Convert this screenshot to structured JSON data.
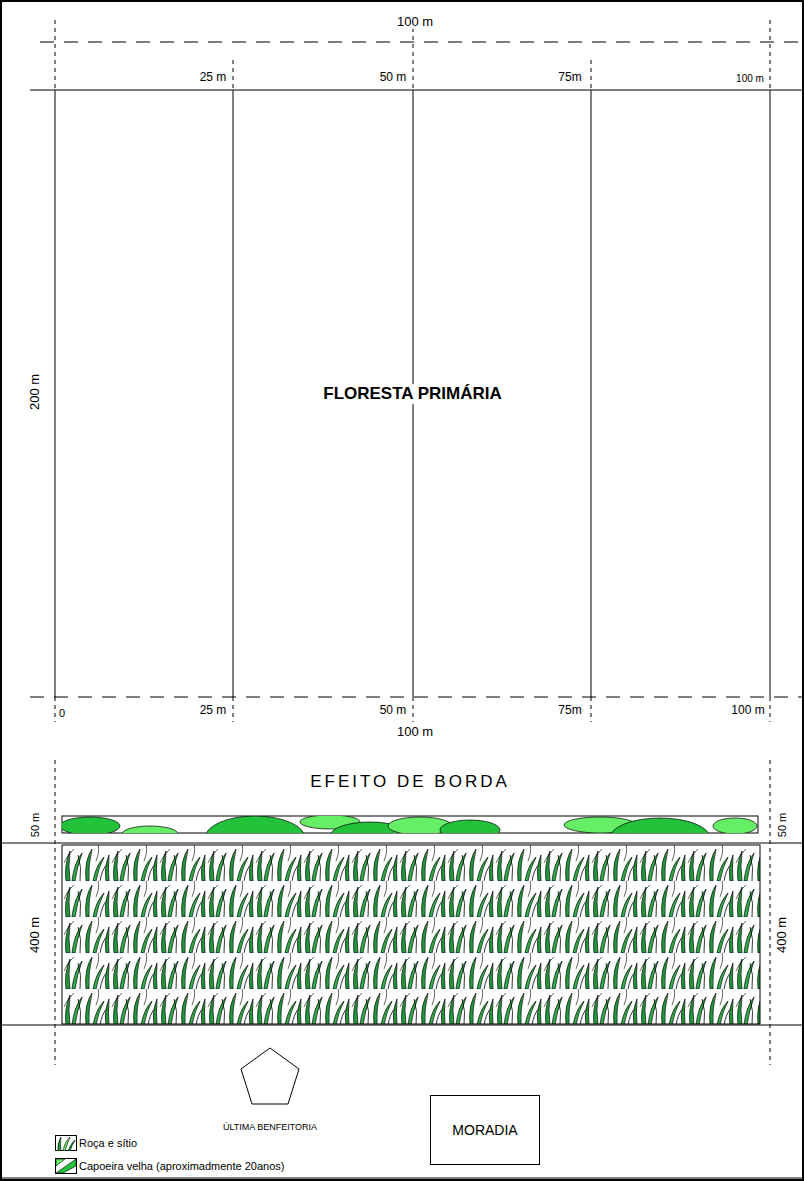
{
  "diagram": {
    "nodes": [
      {
        "text": [
          "FLORESTA PRIMÁRIA"
        ]
      },
      {
        "text": [
          "EFEITO DE BORDA"
        ]
      },
      {
        "text": [
          "ÚLTIMA BENFEITORIA"
        ]
      },
      {
        "text": [
          "MORADIA"
        ]
      }
    ],
    "labels": [
      "100 m",
      "25 m",
      "50 m",
      "75m",
      "100 m",
      "200 m",
      "0",
      "25 m",
      "50 m",
      "75m",
      "100 m",
      "100 m",
      "50 m",
      "50 m",
      "400 m",
      "400 m"
    ],
    "legend": [
      {
        "text": "Roça e sítio"
      },
      {
        "text": "Capoeira velha (aproximadmente 20anos)"
      }
    ]
  }
}
